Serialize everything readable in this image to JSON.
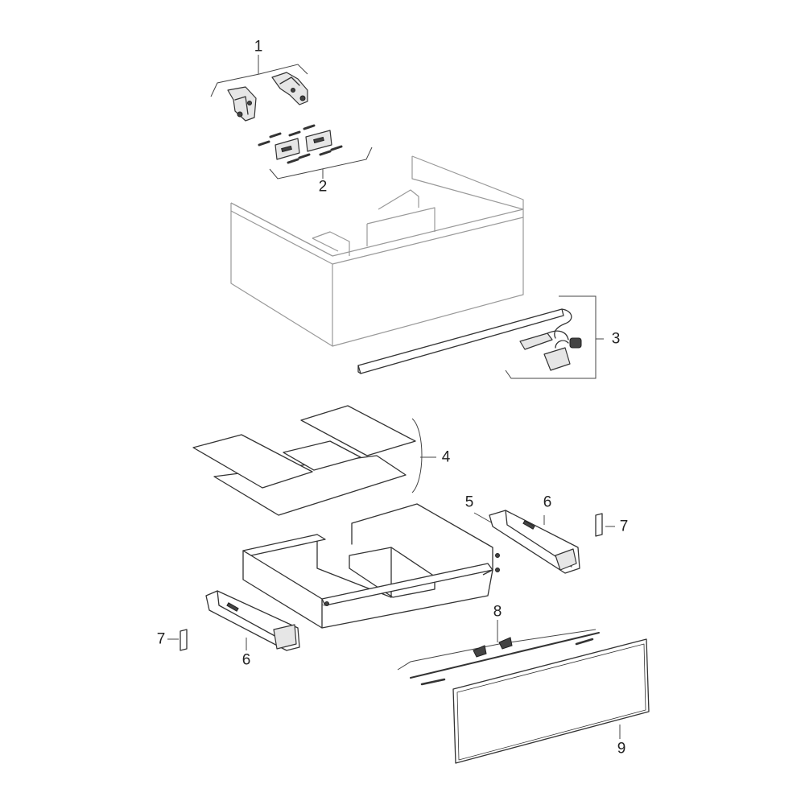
{
  "callouts": [
    {
      "id": "1",
      "text": "1"
    },
    {
      "id": "2",
      "text": "2"
    },
    {
      "id": "3",
      "text": "3"
    },
    {
      "id": "4",
      "text": "4"
    },
    {
      "id": "5",
      "text": "5"
    },
    {
      "id": "6a",
      "text": "6"
    },
    {
      "id": "6b",
      "text": "6"
    },
    {
      "id": "7a",
      "text": "7"
    },
    {
      "id": "7b",
      "text": "7"
    },
    {
      "id": "8",
      "text": "8"
    },
    {
      "id": "9",
      "text": "9"
    }
  ]
}
